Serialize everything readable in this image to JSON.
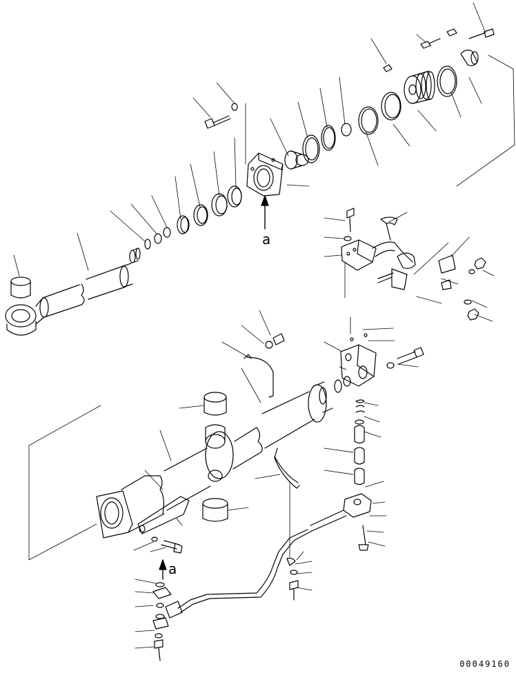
{
  "drawing": {
    "doc_number": "00049160",
    "view_labels": [
      "a",
      "a"
    ]
  }
}
